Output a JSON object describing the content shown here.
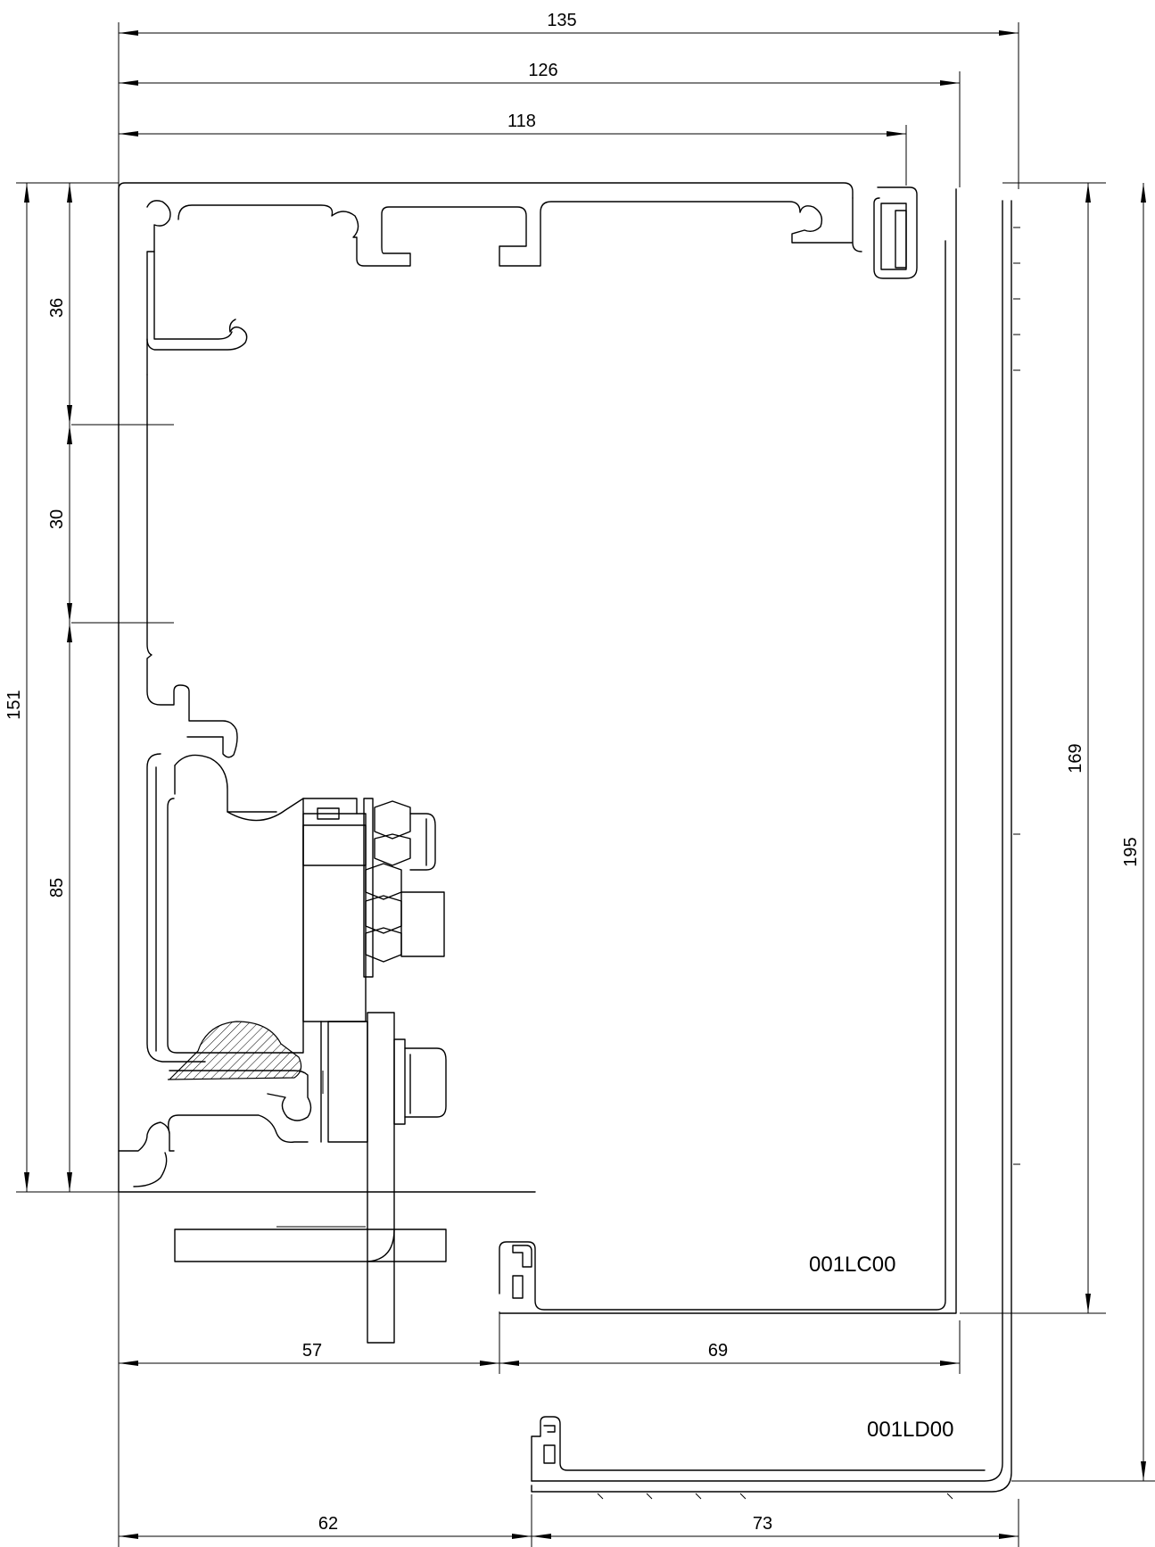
{
  "dimensions": {
    "top_135": "135",
    "top_126": "126",
    "top_118": "118",
    "left_151": "151",
    "left_36": "36",
    "left_30": "30",
    "left_85": "85",
    "right_169": "169",
    "right_195": "195",
    "bottom_57": "57",
    "bottom_69": "69",
    "bottom_62": "62",
    "bottom_73": "73"
  },
  "labels": {
    "profile_a": "001LC00",
    "profile_b": "001LD00"
  },
  "colors": {
    "line": "#000000",
    "background": "#ffffff"
  }
}
